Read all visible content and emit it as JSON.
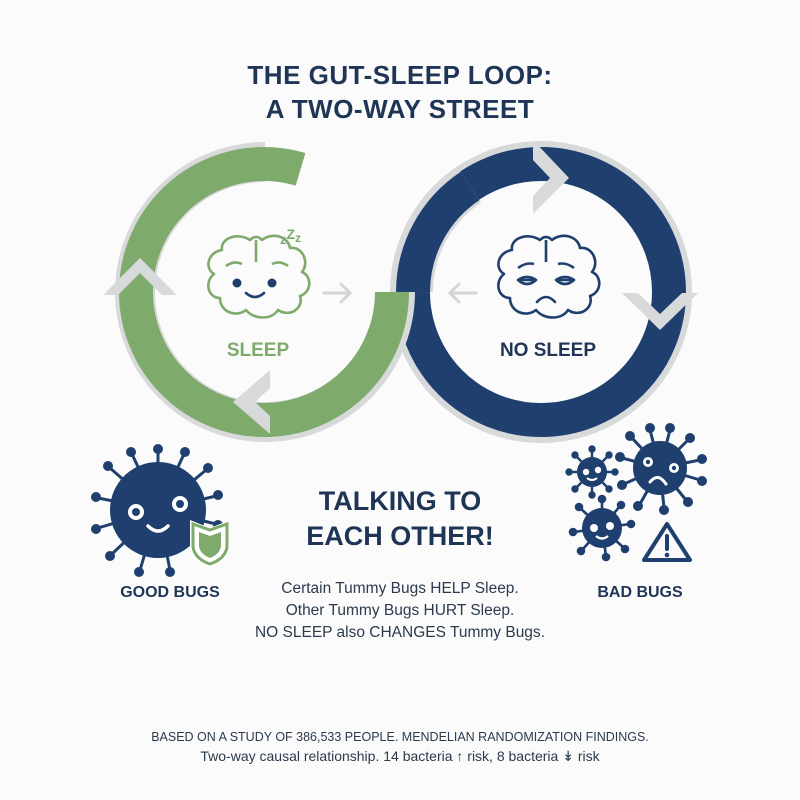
{
  "title": {
    "line1": "THE GUT-SLEEP LOOP:",
    "line2": "A TWO-WAY STREET"
  },
  "loop": {
    "left_ring": {
      "label": "SLEEP",
      "color": "#7eaa6c",
      "icon": "happy-sleeping-brain-icon",
      "zzz": "zZz"
    },
    "right_ring": {
      "label": "NO SLEEP",
      "color": "#1f3f6e",
      "icon": "tired-sad-brain-icon"
    },
    "arrow_color": "#d8d9db"
  },
  "center": {
    "heading_line1": "TALKING TO",
    "heading_line2": "EACH OTHER!",
    "body": [
      "Certain Tummy Bugs HELP Sleep.",
      "Other Tummy Bugs HURT Sleep.",
      "NO SLEEP also CHANGES Tummy Bugs."
    ]
  },
  "good_bugs": {
    "label": "GOOD BUGS",
    "icon": "smiling-microbe-with-shield-icon"
  },
  "bad_bugs": {
    "label": "BAD BUGS",
    "icon": "microbes-with-warning-icon"
  },
  "footer": {
    "line1": "BASED ON A STUDY OF 386,533 PEOPLE. MENDELIAN RANDOMIZATION FINDINGS.",
    "line2": "Two-way causal relationship. 14 bacteria ↑ risk, 8 bacteria ↡ risk"
  },
  "colors": {
    "navy": "#1f3f6e",
    "green": "#7eaa6c",
    "text_dark": "#1f3556",
    "arrow_grey": "#d8d9db"
  }
}
